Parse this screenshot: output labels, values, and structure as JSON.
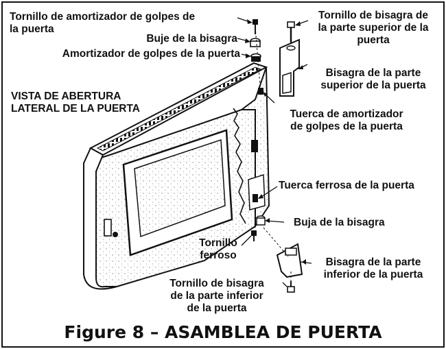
{
  "diagram": {
    "labels": {
      "bumper_screw": "Tornillo de amortizador de golpes de\nla puerta",
      "hinge_bushing_top": "Buje de la bisagra",
      "bumper": "Amortizador de golpes de la puerta",
      "top_hinge_screw": "Tornillo de bisagra de\nla parte superior de la\npuerta",
      "top_hinge": "Bisagra de la parte\nsuperior de la puerta",
      "view_title": "VISTA DE ABERTURA\nLATERAL DE LA PUERTA",
      "bumper_nut": "Tuerca de amortizador\nde golpes de la puerta",
      "ferrous_nut": "Tuerca ferrosa de la puerta",
      "hinge_bushing_bottom": "Buja de la bisagra",
      "ferrous_screw": "Tornillo\nferroso",
      "bottom_hinge": "Bisagra de la parte\ninferior de la puerta",
      "bottom_hinge_screw": "Tornillo de bisagra\nde la parte inferior\nde la puerta"
    },
    "caption": "Figure 8 – ASAMBLEA DE PUERTA"
  }
}
